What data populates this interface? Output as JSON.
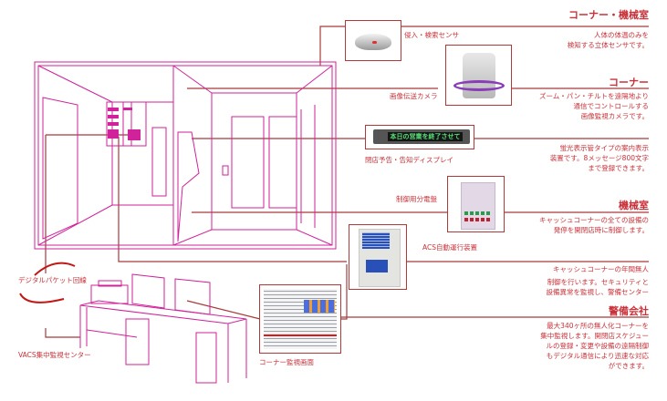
{
  "colors": {
    "text_red": "#c8323a",
    "line_brown": "#a83a3a",
    "drawing_magenta": "#d0229a"
  },
  "sections": [
    {
      "heading": "コーナー・機械室",
      "description": "人体の体温のみを\n検知する立体センサです。",
      "device_label": "侵入・検索センサ"
    },
    {
      "heading": "コーナー",
      "description": "ズーム・パン・チルトを遠隔地より\n通信でコントロールする\n画像監視カメラです。",
      "device_label": "画像伝送カメラ"
    },
    {
      "heading": "",
      "description": "蛍光表示管タイプの案内表示\n装置です。8メッセージ800文字\nまで登録できます。",
      "device_label": "閉店予告・告知ディスプレイ",
      "display_text": "本日の営業を終了させて"
    },
    {
      "heading": "機械室",
      "description": "キャッシュコーナーの全ての設備の\n発停を開閉店時に制御します。",
      "device_label": "制御用分電盤"
    },
    {
      "heading": "",
      "description": "キャッシュコーナーの年間無人",
      "device_label": "ACS自動運行装置"
    },
    {
      "heading": "",
      "description": "制御を行います。セキュリティと\n設備異常を監視し、警備センター"
    },
    {
      "heading": "警備会社",
      "description": "最大340ヶ所の無人化コーナーを\n集中監視します。開閉店スケジュー\nルの登録・変更や設備の遠隔制御\nもデジタル通信により迅速な対応\nができます。"
    }
  ],
  "center": {
    "network_label": "デジタルパケット回線",
    "center_label": "VACS集中監視センター",
    "screen_label": "コーナー監視画面"
  }
}
